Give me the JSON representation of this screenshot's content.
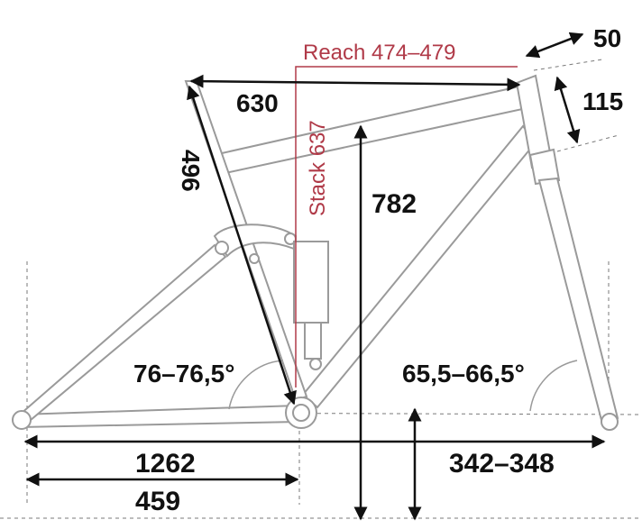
{
  "colors": {
    "frame": "#9a9a9a",
    "frame_fill": "#ffffff",
    "shock": "#bcbcbc",
    "dimension": "#111111",
    "accent": "#b03a48",
    "guide": "#7a7a7a"
  },
  "dimensions": {
    "top_tube": "630",
    "seat_tube": "496",
    "stack_label": "782",
    "headset_offset": "50",
    "head_tube": "115",
    "seat_angle": "76–76,5°",
    "head_angle": "65,5–66,5°",
    "wheelbase": "1262",
    "chainstay": "459",
    "bb_drop": "342–348"
  },
  "reach_stack": {
    "reach": "Reach 474–479",
    "stack": "Stack 637"
  }
}
